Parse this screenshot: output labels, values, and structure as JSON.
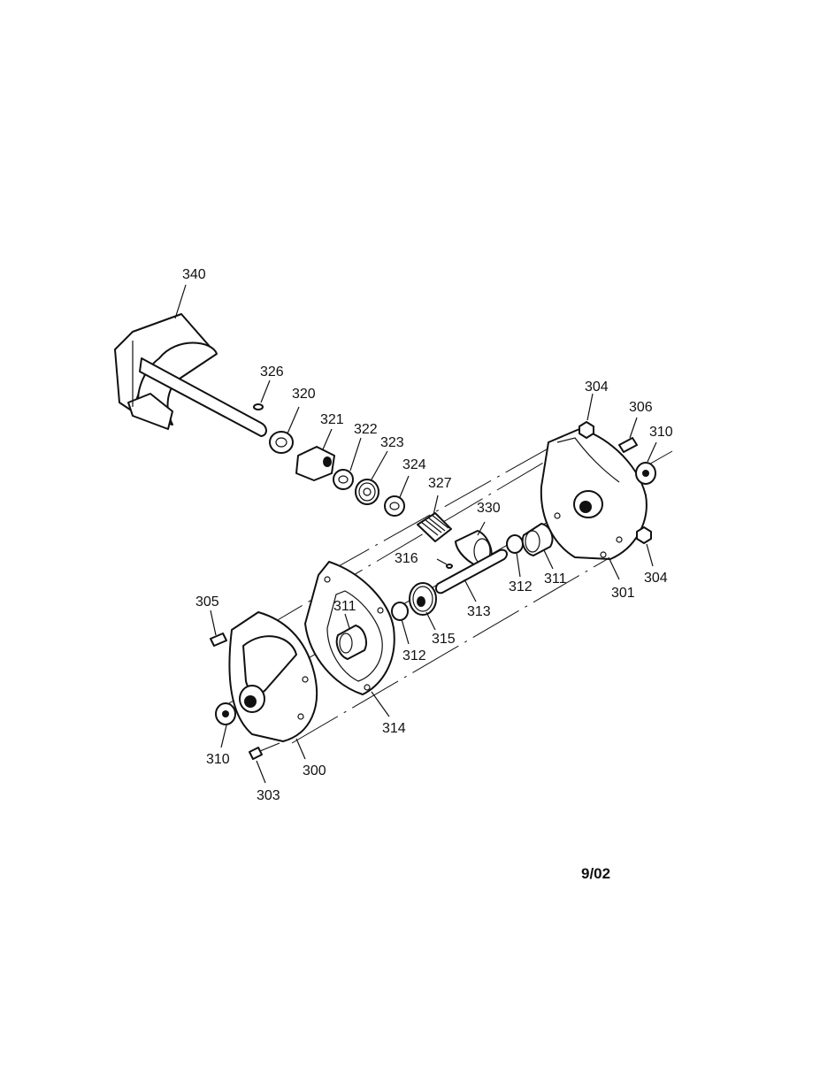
{
  "diagram": {
    "labels": {
      "p340": "340",
      "p326": "326",
      "p320": "320",
      "p321": "321",
      "p322": "322",
      "p323": "323",
      "p324": "324",
      "p327": "327",
      "p330": "330",
      "p316": "316",
      "p304a": "304",
      "p306": "306",
      "p310a": "310",
      "p304b": "304",
      "p301": "301",
      "p311a": "311",
      "p312a": "312",
      "p313": "313",
      "p315": "315",
      "p312b": "312",
      "p311b": "311",
      "p305": "305",
      "p314": "314",
      "p310b": "310",
      "p300": "300",
      "p303": "303"
    },
    "date": "9/02"
  }
}
